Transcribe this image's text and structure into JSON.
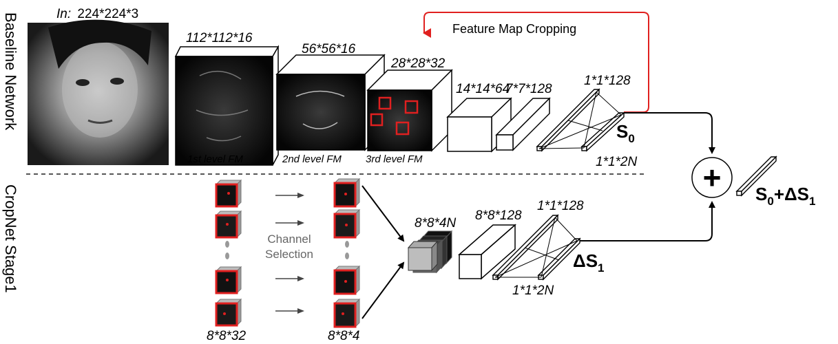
{
  "side_labels": {
    "top": "Baseline Network",
    "bottom": "CropNet Stage1"
  },
  "input": {
    "label_prefix": "In:",
    "label_dims": "224*224*3"
  },
  "baseline": {
    "layer1_dims": "112*112*16",
    "layer2_dims": "56*56*16",
    "layer3_dims": "28*28*32",
    "layer4_dims": "14*14*64",
    "layer5_dims": "7*7*128",
    "fc1_dims": "1*1*128",
    "fc2_dims": "1*1*2N",
    "fm1_caption": "1st level FM",
    "fm2_caption": "2nd level FM",
    "fm3_caption": "3rd level FM",
    "output_label": "S",
    "output_sub": "0"
  },
  "cropping": {
    "label": "Feature Map Cropping",
    "arrow_color": "#e0201f"
  },
  "cropnet": {
    "input_dims": "8*8*32",
    "selected_dims": "8*8*4",
    "channel_selection_line1": "Channel",
    "channel_selection_line2": "Selection",
    "concat_dims": "8*8*4N",
    "conv_dims": "8*8*128",
    "fc1_dims": "1*1*128",
    "fc2_dims": "1*1*2N",
    "output_label_prefix": "ΔS",
    "output_sub": "1"
  },
  "sum": {
    "symbol": "+",
    "result_label": "S",
    "result_sub": "0",
    "result_mid": "+ΔS",
    "result_sub2": "1"
  },
  "colors": {
    "crop_red": "#e0201f",
    "patch_red": "#e02020"
  }
}
